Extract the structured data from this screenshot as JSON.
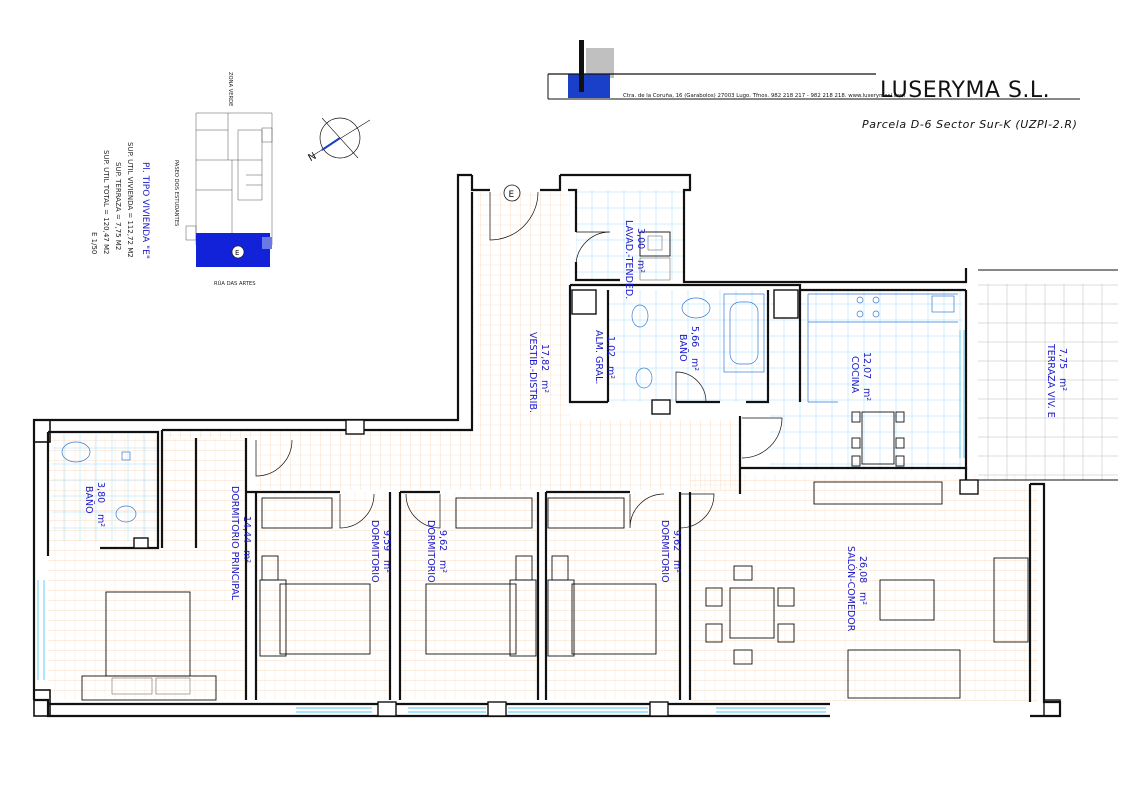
{
  "header": {
    "company": "LUSERYMA S.L.",
    "address": "Ctra. de la Coruña, 16 (Garabolos) 27003 Lugo. Tfnos. 982 218 217 - 982 218 218. www.luserymasl.com",
    "parcel": "Parcela D-6 Sector Sur-K (UZPI-2.R)"
  },
  "key_plan": {
    "title": "Pl. TIPO VIVIENDA \"E\"",
    "lines": [
      "SUP. UTIL VIVIENDA = 112,72 M2",
      "SUP. TERRAZA = 7,75 M2",
      "SUP. UTIL TOTAL = 120,47 M2",
      "E 1/50"
    ],
    "street_top": "ZONA VERDE",
    "street_side": "PASEO DOS ESTUDANTES",
    "street_bottom": "RÚA DAS ARTES",
    "unit_marker": "E"
  },
  "compass": {
    "label": "N"
  },
  "entrance_marker": "E",
  "rooms": [
    {
      "id": "lavadero",
      "name": "LAVAD.-TENDED.",
      "area": "3,00",
      "unit": "m²"
    },
    {
      "id": "bano2",
      "name": "BAÑO",
      "area": "5,66",
      "unit": "m²"
    },
    {
      "id": "almacen",
      "name": "ALM. GRAL.",
      "area": "1,02",
      "unit": "m²"
    },
    {
      "id": "vestibulo",
      "name": "VESTIB.-DISTRIB.",
      "area": "17,82",
      "unit": "m²"
    },
    {
      "id": "cocina",
      "name": "COCINA",
      "area": "12,07",
      "unit": "m²"
    },
    {
      "id": "terraza",
      "name": "TERRAZA VIV. E",
      "area": "7,75",
      "unit": "m²"
    },
    {
      "id": "bano1",
      "name": "BAÑO",
      "area": "3,80",
      "unit": "m²"
    },
    {
      "id": "dorm_principal",
      "name": "DORMITORIO PRINCIPAL",
      "area": "14,44",
      "unit": "m²"
    },
    {
      "id": "dorm1",
      "name": "DORMITORIO",
      "area": "9,59",
      "unit": "m²"
    },
    {
      "id": "dorm2",
      "name": "DORMITORIO",
      "area": "9,62",
      "unit": "m²"
    },
    {
      "id": "dorm3",
      "name": "DORMITORIO",
      "area": "9,62",
      "unit": "m²"
    },
    {
      "id": "salon",
      "name": "SALÓN-COMEDOR",
      "area": "26,08",
      "unit": "m²"
    }
  ],
  "colors": {
    "label_blue": "#1a1ac8",
    "logo_blue": "#1a3fc8",
    "logo_gray": "#c0c0c0",
    "floor_wood": "#f3c49b",
    "tile_cyan": "#55c8f0",
    "key_plan_highlight": "#1222d8"
  }
}
